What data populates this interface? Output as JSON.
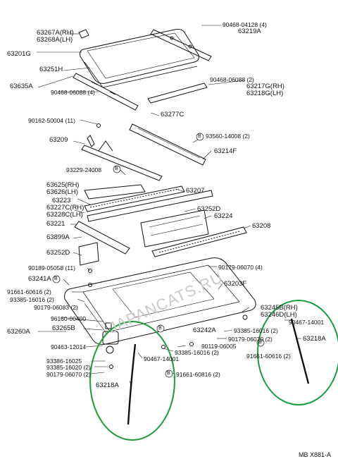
{
  "labels": {
    "p63219A": "63219A",
    "p90468_04128": "90468-04128 (4)",
    "p63267A": "63267A(RH)",
    "p63268A": "63268A(LH)",
    "p63201G": "63201G",
    "p63251H": "63251H",
    "p90468_06088_2": "90468-06088 (2)",
    "p63217G": "63217G(RH)",
    "p63218G": "63218G(LH)",
    "p63635A": "63635A",
    "p90468_06088_4": "90468-06088 (4)",
    "p63277C": "63277C",
    "p90162_50004": "90162-50004 (11)",
    "p93560_14008": "93560-14008 (2)",
    "p63209": "63209",
    "p63214F": "63214F",
    "p93229_24008": "93229-24008",
    "p63625": "63625(RH)",
    "p63626": "63626(LH)",
    "p63207": "63207",
    "p63223": "63223",
    "p63227C": "63227C(RH)",
    "p63228C": "63228C(LH)",
    "p63252D_top": "63252D",
    "p63224": "63224",
    "p63221": "63221",
    "p63208": "63208",
    "p63899A": "63899A",
    "p63252D": "63252D",
    "p90189_05058": "90189-05058 (11)",
    "p90179_06070_4": "90179-06070 (4)",
    "p63241A": "63241A",
    "p63203F": "63203F",
    "p91661_60616_2": "91661-60616 (2)",
    "p93385_16016_2a": "93385-16016 (2)",
    "p90179_06083": "90179-06083 (2)",
    "p63245B": "63245B(RH)",
    "p63246D": "63246D(LH)",
    "p96160_00400": "96160-00400",
    "p90467_14001_r": "90467-14001",
    "p63260A": "63260A",
    "p63265B": "63265B",
    "p63242A": "63242A",
    "p93385_16016_b": "93385-16016 (2)",
    "p63218A_r": "63218A",
    "p90179_06070_2a": "90179-06070 (2)",
    "p90463_12014": "90463-12014",
    "p90119_06005": "90119-06005",
    "p93385_16016_c": "93385-16016 (2)",
    "p93386_16025": "93386-16025",
    "p93385_16020": "93385-16020 (2)",
    "p90467_14001_l": "90467-14001",
    "p91661_60616_r": "91661-60616 (2)",
    "p90179_06070_2b": "90179-06070 (2)",
    "p91661_60816": "91661-60816 (2)",
    "p63218A_l": "63218A"
  },
  "callouts": {
    "b_letter": "B"
  },
  "watermark": "JAPANCATS.RU",
  "diagram_code": "MB X881-A",
  "colors": {
    "highlight": "#1f9a3a",
    "ink": "#111111"
  }
}
